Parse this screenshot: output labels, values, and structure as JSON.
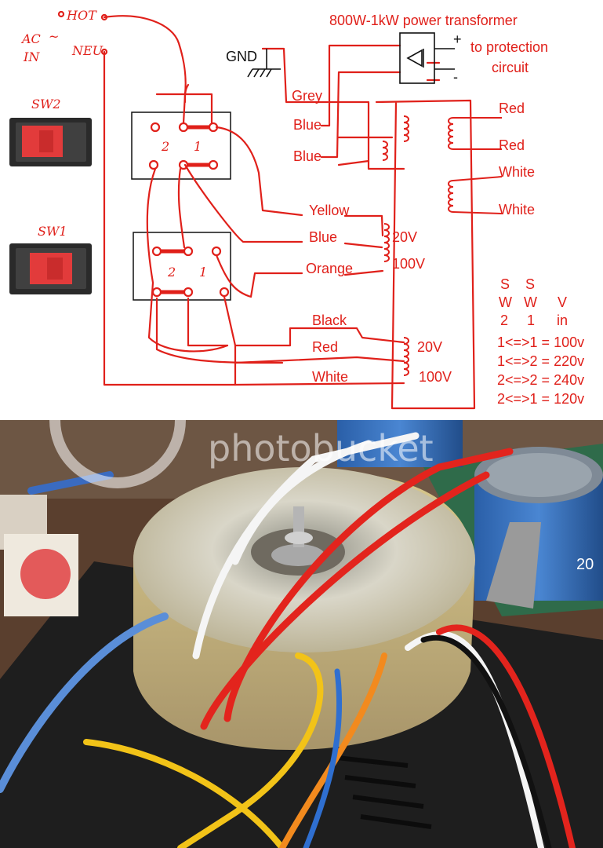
{
  "diagram": {
    "title": "800W-1kW power transformer",
    "protection": [
      "to protection",
      "circuit"
    ],
    "ac_in": {
      "ac": "AC",
      "in": "IN",
      "hot": "HOT",
      "neu": "NEU"
    },
    "gnd": "GND",
    "plus": "+",
    "minus": "-",
    "sw2_label": "SW2",
    "sw1_label": "SW1",
    "switch_numbers": {
      "one": "1",
      "two": "2"
    },
    "primary_wires": [
      "Grey",
      "Blue",
      "Blue"
    ],
    "secondary_wires": [
      "Red",
      "Red",
      "White",
      "White"
    ],
    "winding_a": {
      "wires": [
        "Yellow",
        "Blue",
        "Orange"
      ],
      "taps": [
        "20V",
        "100V"
      ]
    },
    "winding_b": {
      "wires": [
        "Black",
        "Red",
        "White"
      ],
      "taps": [
        "20V",
        "100V"
      ]
    },
    "table": {
      "headers": [
        [
          "S",
          "W",
          "2"
        ],
        [
          "S",
          "W",
          "1"
        ],
        [
          "V",
          "in"
        ]
      ],
      "rows": [
        "1<=>1 = 100v",
        "1<=>2 = 220v",
        "2<=>2 = 240v",
        "2<=>1 = 120v"
      ]
    }
  },
  "photo": {
    "watermark": "photobucket",
    "caps": [
      "20"
    ]
  }
}
